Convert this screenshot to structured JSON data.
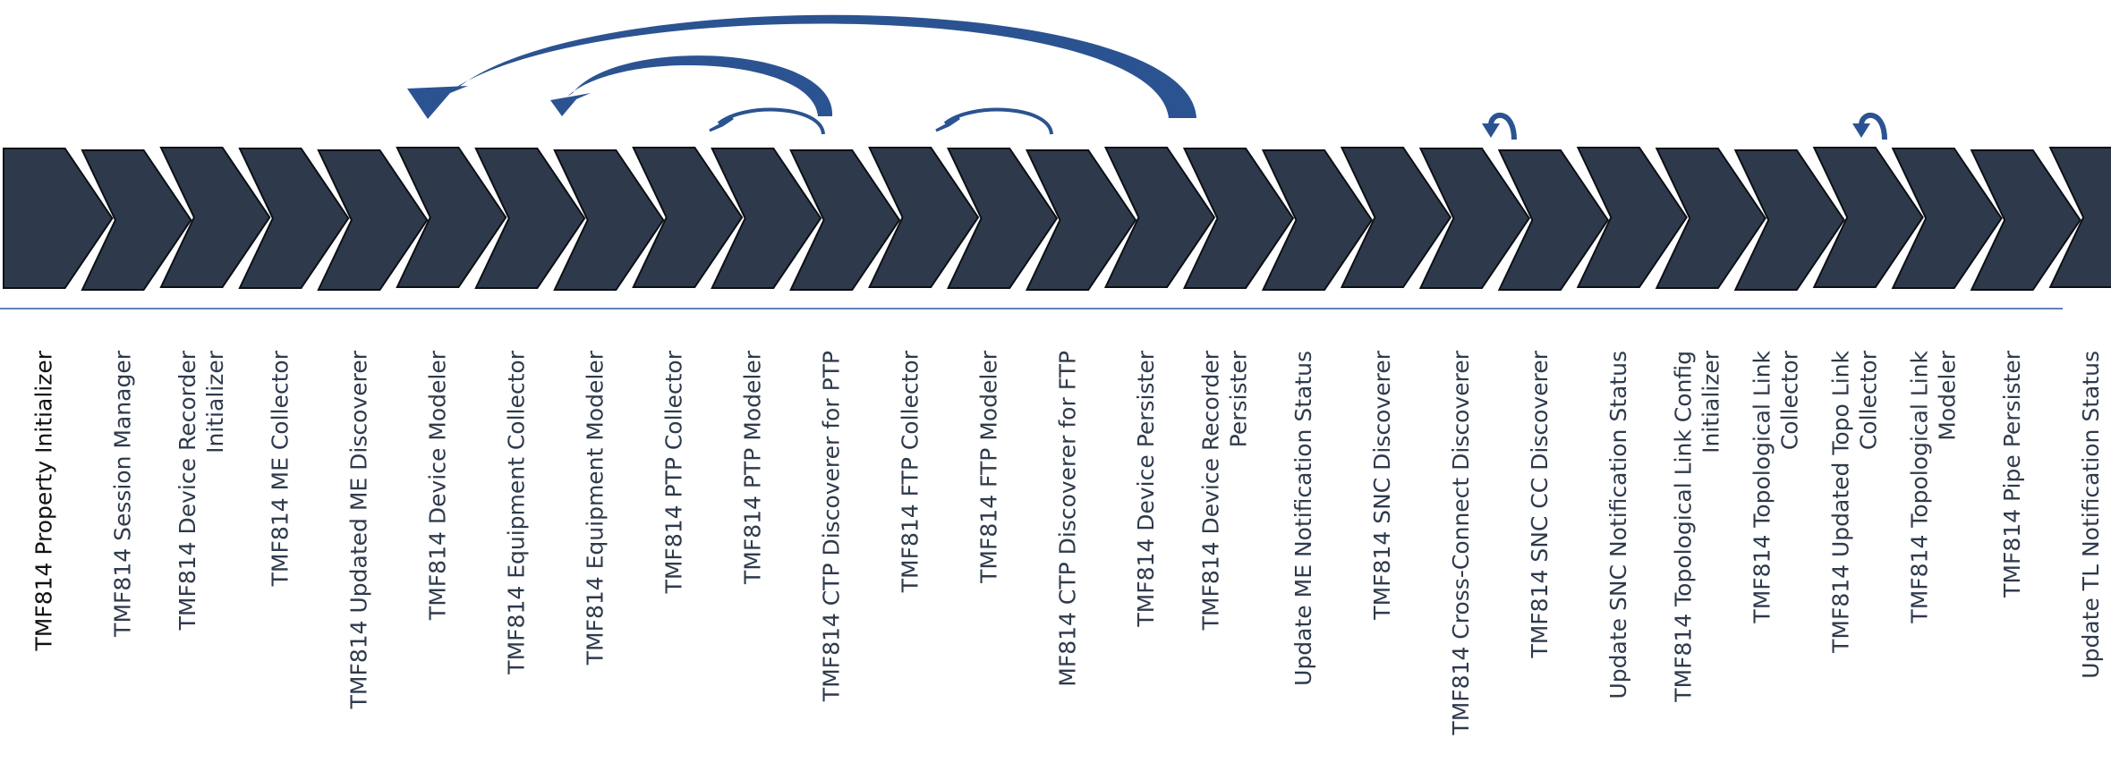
{
  "diagram": {
    "steps": [
      {
        "lines": [
          "TMF814 Property Initializer"
        ]
      },
      {
        "lines": [
          "TMF814 Session Manager"
        ]
      },
      {
        "lines": [
          "TMF814 Device Recorder",
          "Initializer"
        ]
      },
      {
        "lines": [
          "TMF814 ME Collector"
        ]
      },
      {
        "lines": [
          "TMF814 Updated ME Discoverer"
        ]
      },
      {
        "lines": [
          "TMF814 Device Modeler"
        ]
      },
      {
        "lines": [
          "TMF814 Equipment Collector"
        ]
      },
      {
        "lines": [
          "TMF814 Equipment Modeler"
        ]
      },
      {
        "lines": [
          "TMF814 PTP Collector"
        ]
      },
      {
        "lines": [
          "TMF814 PTP Modeler"
        ]
      },
      {
        "lines": [
          "TMF814 CTP Discoverer for PTP"
        ]
      },
      {
        "lines": [
          "TMF814 FTP Collector"
        ]
      },
      {
        "lines": [
          "TMF814 FTP Modeler"
        ]
      },
      {
        "lines": [
          "MF814 CTP Discoverer for FTP"
        ]
      },
      {
        "lines": [
          "TMF814 Device Persister"
        ]
      },
      {
        "lines": [
          "TMF814 Device Recorder",
          "Persister"
        ]
      },
      {
        "lines": [
          "Update ME Notification Status"
        ]
      },
      {
        "lines": [
          "TMF814 SNC Discoverer"
        ]
      },
      {
        "lines": [
          "TMF814 Cross-Connect Discoverer"
        ]
      },
      {
        "lines": [
          "TMF814 SNC CC Discoverer"
        ]
      },
      {
        "lines": [
          "Update SNC Notification Status"
        ]
      },
      {
        "lines": [
          "TMF814 Topological Link Config",
          "Initializer"
        ]
      },
      {
        "lines": [
          "TMF814 Topological Link",
          "Collector"
        ]
      },
      {
        "lines": [
          "TMF814 Updated Topo Link",
          "Collector"
        ]
      },
      {
        "lines": [
          "TMF814 Topological Link",
          "Modeler"
        ]
      },
      {
        "lines": [
          "TMF814 Pipe Persister"
        ]
      },
      {
        "lines": [
          "Update TL Notification Status"
        ]
      }
    ],
    "loops": [
      {
        "from": 15,
        "to": 5,
        "style": "thick"
      },
      {
        "from": 10,
        "to": 7,
        "style": "medium"
      },
      {
        "from": 10,
        "to": 9,
        "style": "thin"
      },
      {
        "from": 13,
        "to": 12,
        "style": "thin"
      },
      {
        "from": 19,
        "to": 19,
        "style": "self"
      },
      {
        "from": 24,
        "to": 24,
        "style": "self"
      }
    ],
    "colors": {
      "chevron": "#2e3a4c",
      "chevron_outline": "#0c0f14",
      "arrow": "#2b5391",
      "label": "#2e3a4c",
      "baseline": "#2f5a98"
    }
  }
}
